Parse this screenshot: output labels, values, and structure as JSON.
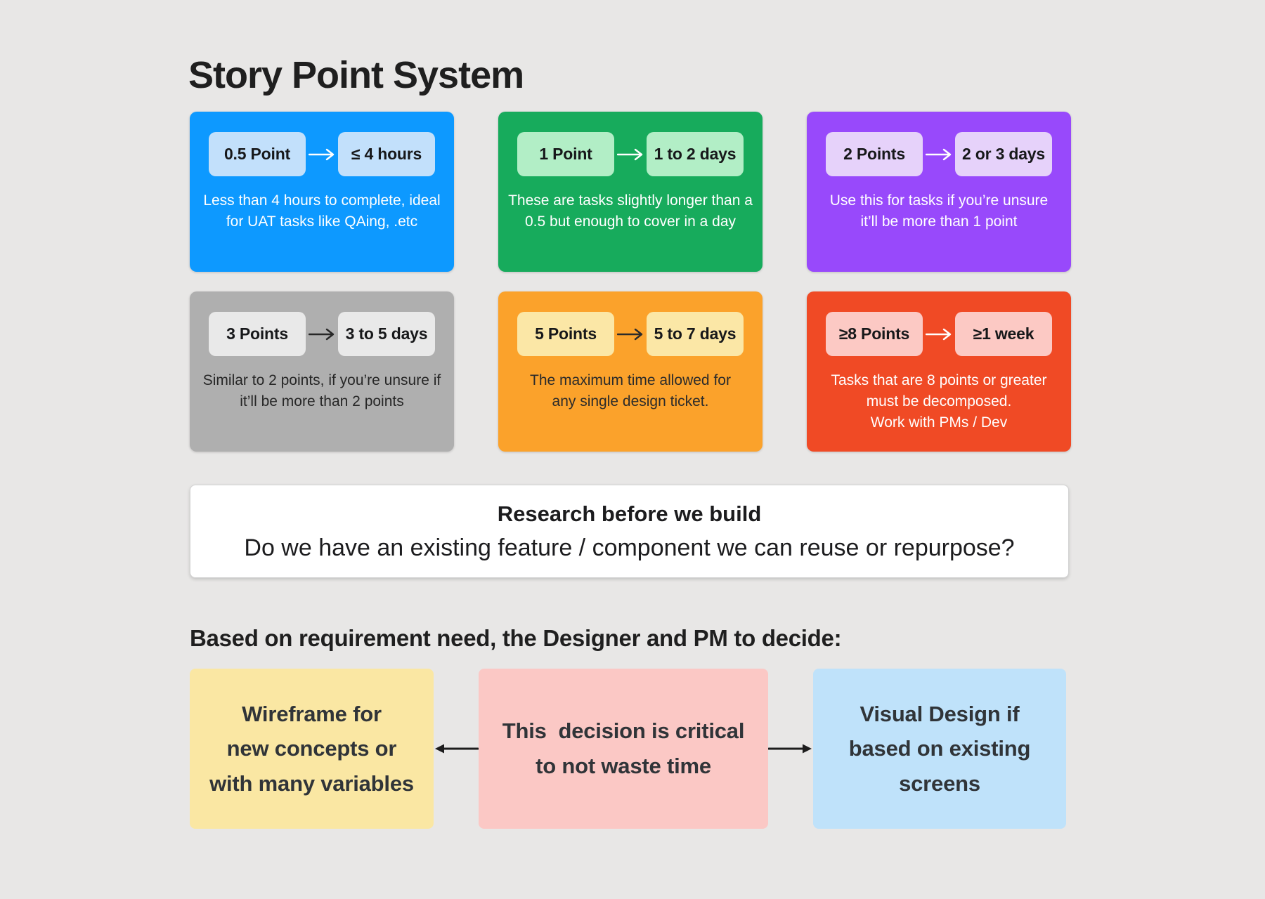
{
  "colors": {
    "canvas_bg": "#E8E7E6",
    "bottom_arrow": "#1D1D1D"
  },
  "title": "Story Point System",
  "cards": [
    {
      "bg": "#0D99FF",
      "pill_bg": "#C2E0FB",
      "pill_text_color": "#17181A",
      "text_color": "#FFFFFF",
      "point": "0.5 Point",
      "time": "≤ 4 hours",
      "desc": "Less than 4 hours to complete, ideal\nfor UAT tasks like QAing, .etc"
    },
    {
      "bg": "#17AB5C",
      "pill_bg": "#B2EEC6",
      "pill_text_color": "#17181A",
      "text_color": "#FFFFFF",
      "point": "1 Point",
      "time": "1 to 2 days",
      "desc": "These are tasks slightly longer than a\n0.5 but enough to cover in a day"
    },
    {
      "bg": "#9849FB",
      "pill_bg": "#E6D2FA",
      "pill_text_color": "#17181A",
      "text_color": "#FFFFFF",
      "point": "2 Points",
      "time": "2 or 3 days",
      "desc": "Use this for tasks if you’re unsure\nit’ll be more than 1 point"
    },
    {
      "bg": "#AFAFAF",
      "pill_bg": "#E9E9E9",
      "pill_text_color": "#17181A",
      "text_color": "#272727",
      "point": "3 Points",
      "time": "3 to 5 days",
      "desc": "Similar to 2 points, if you’re unsure if\nit’ll be more than 2 points"
    },
    {
      "bg": "#FBA22B",
      "pill_bg": "#FBE7A6",
      "pill_text_color": "#17181A",
      "text_color": "#2B2B2B",
      "point": "5 Points",
      "time": "5 to 7 days",
      "desc": "The maximum time allowed for\nany single design ticket."
    },
    {
      "bg": "#F04A25",
      "pill_bg": "#FCC9C4",
      "pill_text_color": "#17181A",
      "text_color": "#FFFFFF",
      "point": "≥8 Points",
      "time": "≥1 week",
      "desc": "Tasks that are 8 points or greater\nmust be decomposed.\nWork with PMs / Dev"
    }
  ],
  "research_box": {
    "title": "Research before we build",
    "subtitle": "Do we have an existing feature / component we can reuse or repurpose?"
  },
  "decision_section": {
    "heading": "Based on requirement need, the Designer and PM to decide:",
    "boxes": [
      {
        "text": "Wireframe for\nnew concepts or\nwith many variables",
        "bg": "#FAE7A3",
        "text_color": "#303438"
      },
      {
        "text": "This  decision is critical\nto not waste time",
        "bg": "#FBC8C5",
        "text_color": "#303438"
      },
      {
        "text": "Visual Design if\nbased on existing\nscreens",
        "bg": "#BFE2FA",
        "text_color": "#303438"
      }
    ]
  }
}
